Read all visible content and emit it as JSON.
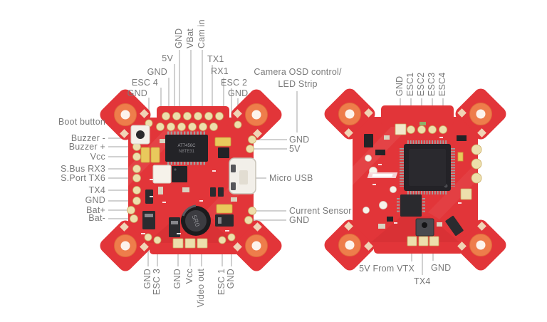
{
  "diagram": {
    "title": "Flight controller pinout diagram (front and back views)",
    "colors": {
      "pcb_red": "#e23539",
      "mount_hole_orange": "#ee7d4b",
      "pad_gold": "#eddfac",
      "label_gray": "#7a7a7a",
      "leader_line_gray": "#a3a3a3"
    },
    "left_board": {
      "view": "front",
      "top_labels": [
        "GND",
        "ESC 4",
        "GND",
        "5V",
        "GND",
        "VBat",
        "Cam in",
        "TX1",
        "RX1",
        "ESC 2",
        "GND"
      ],
      "top_right_label_line1": "Camera OSD control/",
      "top_right_label_line2": "LED Strip",
      "left_labels": [
        "Boot button",
        "Buzzer -",
        "Buzzer +",
        "Vcc",
        "S.Bus RX3",
        "S.Port TX6",
        "TX4",
        "GND",
        "Bat+",
        "Bat-"
      ],
      "right_labels": [
        "GND",
        "5V",
        "Micro USB",
        "Current Sensor",
        "GND"
      ],
      "bottom_labels": [
        "GND",
        "ESC 3",
        "GND",
        "Vcc",
        "Video out",
        "ESC 1",
        "GND"
      ],
      "osd_chip_marking_line1": "AT7456C",
      "osd_chip_marking_line2": "N8TE31",
      "inductor_marking": "5R0"
    },
    "right_board": {
      "view": "back",
      "top_labels": [
        "GND",
        "ESC1",
        "ESC2",
        "ESC3",
        "ESC4"
      ],
      "bottom_labels": [
        "5V From VTX",
        "TX4",
        "GND"
      ]
    }
  }
}
